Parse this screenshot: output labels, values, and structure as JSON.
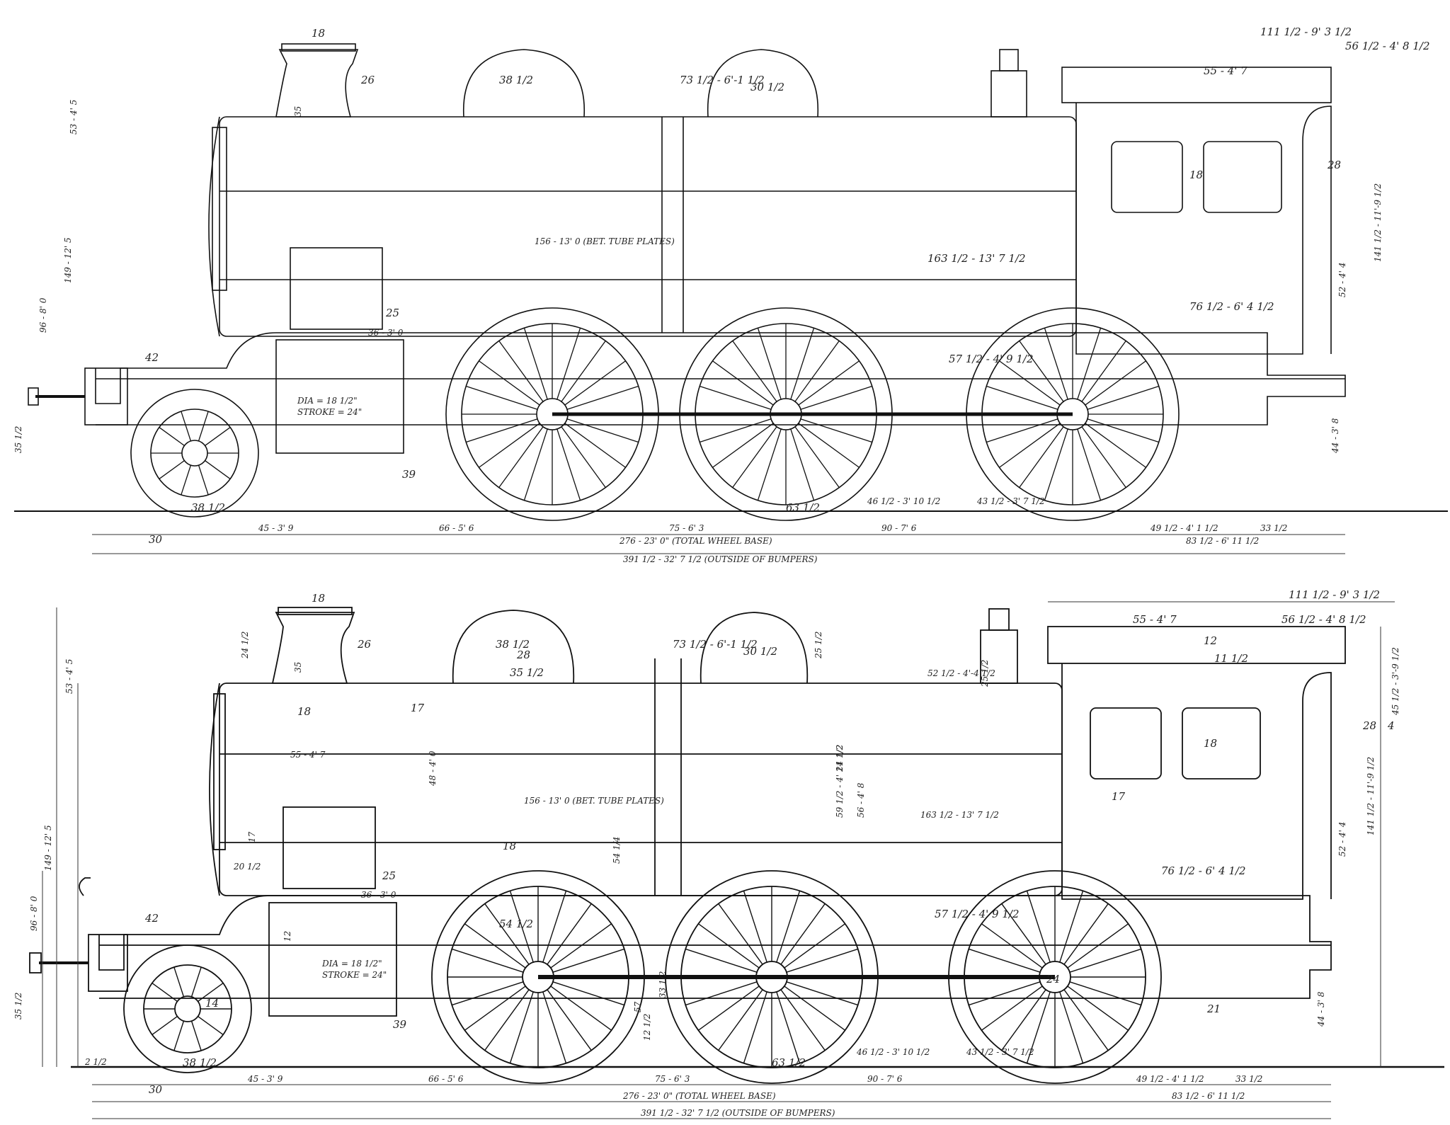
{
  "colors": {
    "ink": "#111111",
    "faint": "#666666",
    "paper": "#ffffff"
  },
  "labels": {
    "chimney_width": "18",
    "chimney_height": "35",
    "chimney_base": "26",
    "smokebox_r": "24 1/2",
    "dome1_a": "38 1/2",
    "dome1_b": "28",
    "dome1_c": "35 1/2",
    "dome_right": "73 1/2 - 6'-1 1/2",
    "dome1_h": "24 1/2",
    "dome2": "30 1/2",
    "dome2_h": "25 1/2",
    "safety": "52 1/2 - 4'-4 1/2",
    "safety_h": "25 1/2",
    "cab_a": "111 1/2 - 9' 3 1/2",
    "cab_b": "55 - 4' 7",
    "cab_c": "56 1/2 - 4' 8 1/2",
    "cab_d": "12",
    "cab_e": "11 1/2",
    "cab_f": "45 1/2 - 3'-9 1/2",
    "cab_g": "28",
    "cab_h": "4",
    "cab_i": "141 1/2 - 11'-9 1/2",
    "cab_j": "18",
    "cab_k": "17",
    "cab_l": "52 - 4' 4",
    "cab_m": "76 1/2 - 6' 4 1/2",
    "tube_plates": "156 - 13' 0 (BET. TUBE PLATES)",
    "boiler_a": "18",
    "boiler_b": "17",
    "boiler_c": "18",
    "boiler_d": "48 - 4' 0",
    "boiler_e": "59 1/2 - 4' 11 1/2",
    "boiler_f": "55 - 4' 7",
    "boiler_g": "56 - 4' 8",
    "boiler_h": "163 1/2 - 13' 7 1/2",
    "height_total": "149 - 12' 5",
    "height_b": "53 - 4' 5",
    "height_buffer": "96 - 8' 0",
    "buffer_h": "35 1/2",
    "side_42": "42",
    "side_25": "25",
    "side_20": "20 1/2",
    "side_36": "36 - 3' 0",
    "cyl_dia": "DIA = 18 1/2\"",
    "cyl_stroke": "STROKE = 24\"",
    "cyl_12": "12",
    "lead_wheel": "38 1/2",
    "lead_39": "39",
    "lead_14": "14",
    "drive_a": "54 1/2",
    "drive_b": "57",
    "drive_c": "33 1/2",
    "drive_d": "63 1/2",
    "drive_e": "57 1/2 - 4' 9 1/2",
    "drive_f": "46 1/2 - 3' 10 1/2",
    "drive_g": "43 1/2 - 3' 7 1/2",
    "drive_h": "24",
    "drive_i": "44 - 3' 8",
    "drive_j": "21",
    "drive_k": "54 1/4",
    "drive_l": "12 1/2",
    "wb_30": "30",
    "wb_45": "45 - 3' 9",
    "wb_66": "66 - 5' 6",
    "wb_75": "75 - 6' 3",
    "wb_90": "90 - 7' 6",
    "wb_49": "49 1/2 - 4' 1 1/2",
    "wb_33": "33 1/2",
    "wb_83": "83 1/2 - 6' 11 1/2",
    "wb_total": "276 - 23' 0\" (TOTAL WHEEL BASE)",
    "bumpers": "391 1/2 - 32' 7 1/2 (OUTSIDE OF BUMPERS)",
    "bottom_24": "2 1/2"
  }
}
